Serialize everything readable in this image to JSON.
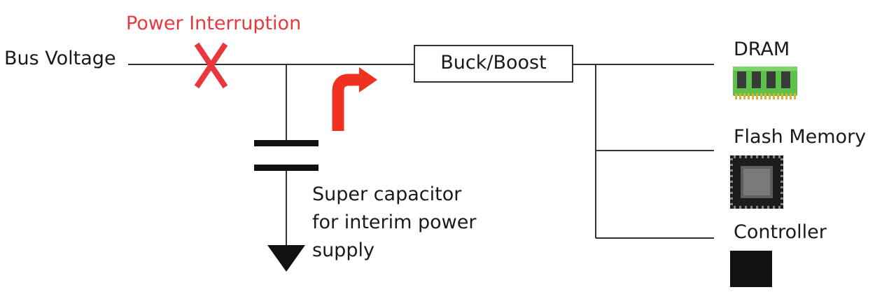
{
  "labels": {
    "power_interruption": "Power Interruption",
    "bus_voltage": "Bus Voltage",
    "buck_boost": "Buck/Boost",
    "dram": "DRAM",
    "flash_memory": "Flash Memory",
    "controller": "Controller",
    "super_capacitor_lines": [
      "Super capacitor",
      "for interim power",
      "supply"
    ]
  },
  "colors": {
    "wire": "#333333",
    "interruption_red": "#e8383d",
    "arrow_red": "#f03020",
    "dram_green": "#5cc24a",
    "chip_dark": "#111111"
  }
}
